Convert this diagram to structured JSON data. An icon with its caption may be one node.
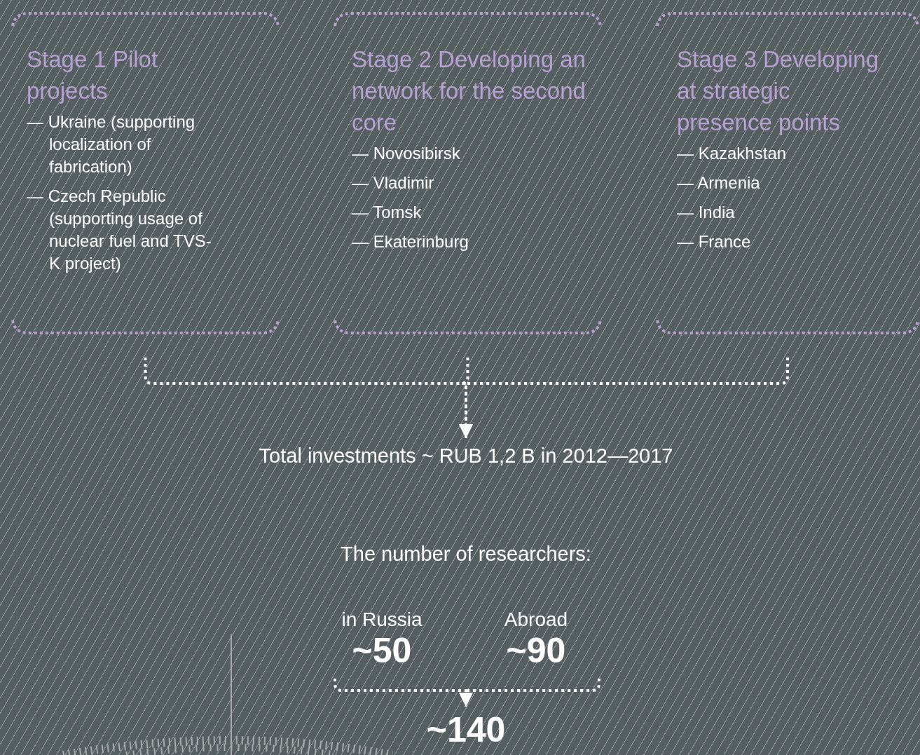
{
  "diagram": {
    "nodes": [
      {
        "text": [
          "Stage 1 Pilot projects",
          "— Ukraine (supporting localization of fabrication)",
          "— Czech Republic (supporting usage of nuclear fuel and TVS-K project)"
        ]
      },
      {
        "text": [
          "Stage 2 Developing an network for the second core",
          "— Novosibirsk",
          "— Vladimir",
          "— Tomsk",
          "— Ekaterinburg"
        ]
      },
      {
        "text": [
          "Stage 3 Developing at strategic presence points",
          "— Kazakhstan",
          "— Armenia",
          "— India",
          "— France"
        ]
      },
      {
        "text": [
          "Total investments ~ RUB 1,2 B in 2012—2017"
        ]
      },
      {
        "text": [
          "in Russia",
          "~50"
        ]
      },
      {
        "text": [
          "Abroad",
          "~90"
        ]
      },
      {
        "text": [
          "~140"
        ]
      }
    ],
    "edges": [
      {
        "from": 0,
        "to": 3,
        "arrow": "to",
        "style": "dashed"
      },
      {
        "from": 1,
        "to": 3,
        "arrow": "to",
        "style": "dashed"
      },
      {
        "from": 2,
        "to": 3,
        "arrow": "to",
        "style": "dashed"
      },
      {
        "from": 4,
        "to": 6,
        "arrow": "to",
        "style": "dashed"
      },
      {
        "from": 5,
        "to": 6,
        "arrow": "to",
        "style": "dashed"
      }
    ],
    "labels": [
      "The number of researchers:"
    ]
  }
}
